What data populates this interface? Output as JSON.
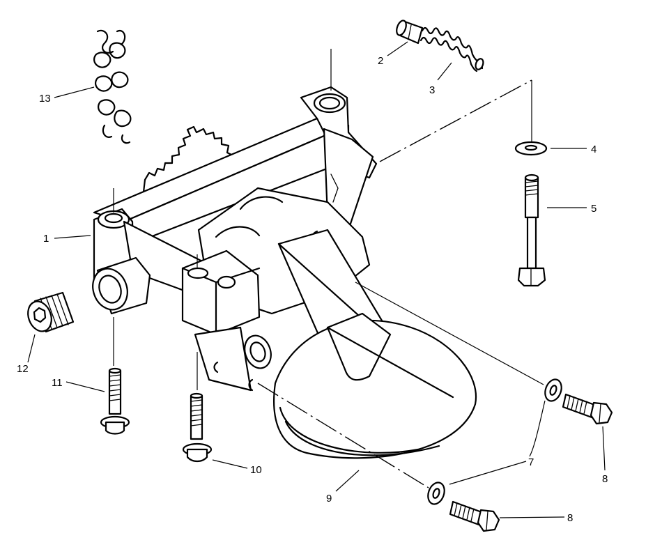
{
  "callouts": [
    {
      "id": "1",
      "text": "1"
    },
    {
      "id": "2",
      "text": "2"
    },
    {
      "id": "3",
      "text": "3"
    },
    {
      "id": "4",
      "text": "4"
    },
    {
      "id": "5",
      "text": "5"
    },
    {
      "id": "7a",
      "text": "7"
    },
    {
      "id": "7b",
      "text": "7"
    },
    {
      "id": "8a",
      "text": "8"
    },
    {
      "id": "8b",
      "text": "8"
    },
    {
      "id": "9",
      "text": "9"
    },
    {
      "id": "10",
      "text": "10"
    },
    {
      "id": "11",
      "text": "11"
    },
    {
      "id": "12",
      "text": "12"
    },
    {
      "id": "13",
      "text": "13"
    }
  ]
}
